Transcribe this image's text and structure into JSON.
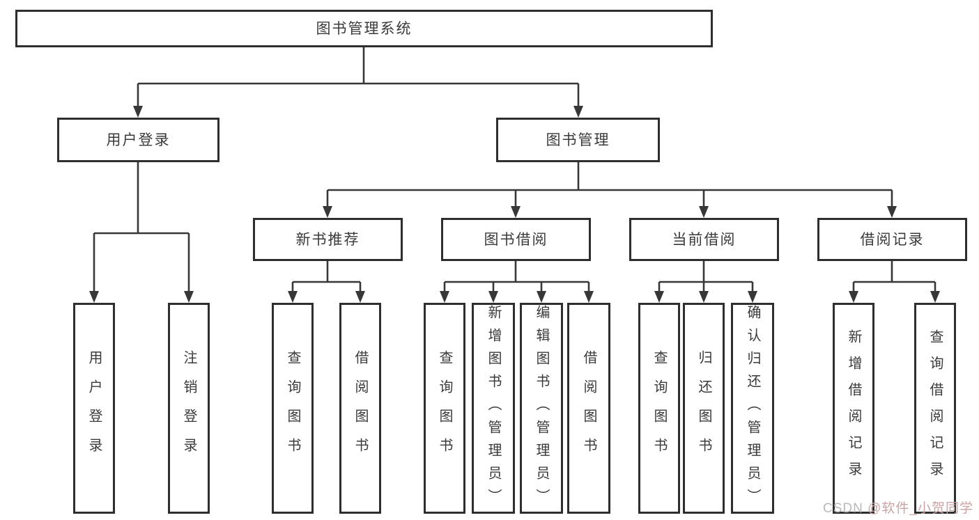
{
  "colors": {
    "line": "#373737",
    "box_border": "#2e2e2e",
    "text": "#3a3a3a",
    "background": "#ffffff",
    "watermark_gray": "#b9b9b9",
    "watermark_red": "#cba3a3"
  },
  "tree": {
    "root": {
      "label": "图书管理系统"
    },
    "branches": [
      {
        "label": "用户登录",
        "leaves": [
          {
            "label": "用户登录"
          },
          {
            "label": "注销登录"
          }
        ]
      },
      {
        "label": "图书管理",
        "children": [
          {
            "label": "新书推荐",
            "leaves": [
              {
                "label": "查询图书"
              },
              {
                "label": "借阅图书"
              }
            ]
          },
          {
            "label": "图书借阅",
            "leaves": [
              {
                "label": "查询图书"
              },
              {
                "label": "新增图书（管理员）"
              },
              {
                "label": "编辑图书（管理员）"
              },
              {
                "label": "借阅图书"
              }
            ]
          },
          {
            "label": "当前借阅",
            "leaves": [
              {
                "label": "查询图书"
              },
              {
                "label": "归还图书"
              },
              {
                "label": "确认归还（管理员）"
              }
            ]
          },
          {
            "label": "借阅记录",
            "leaves": [
              {
                "label": "新增借阅记录"
              },
              {
                "label": "查询借阅记录"
              }
            ]
          }
        ]
      }
    ]
  },
  "watermark": {
    "prefix": "CSDN ",
    "handle": "@软件_小贺同学"
  }
}
